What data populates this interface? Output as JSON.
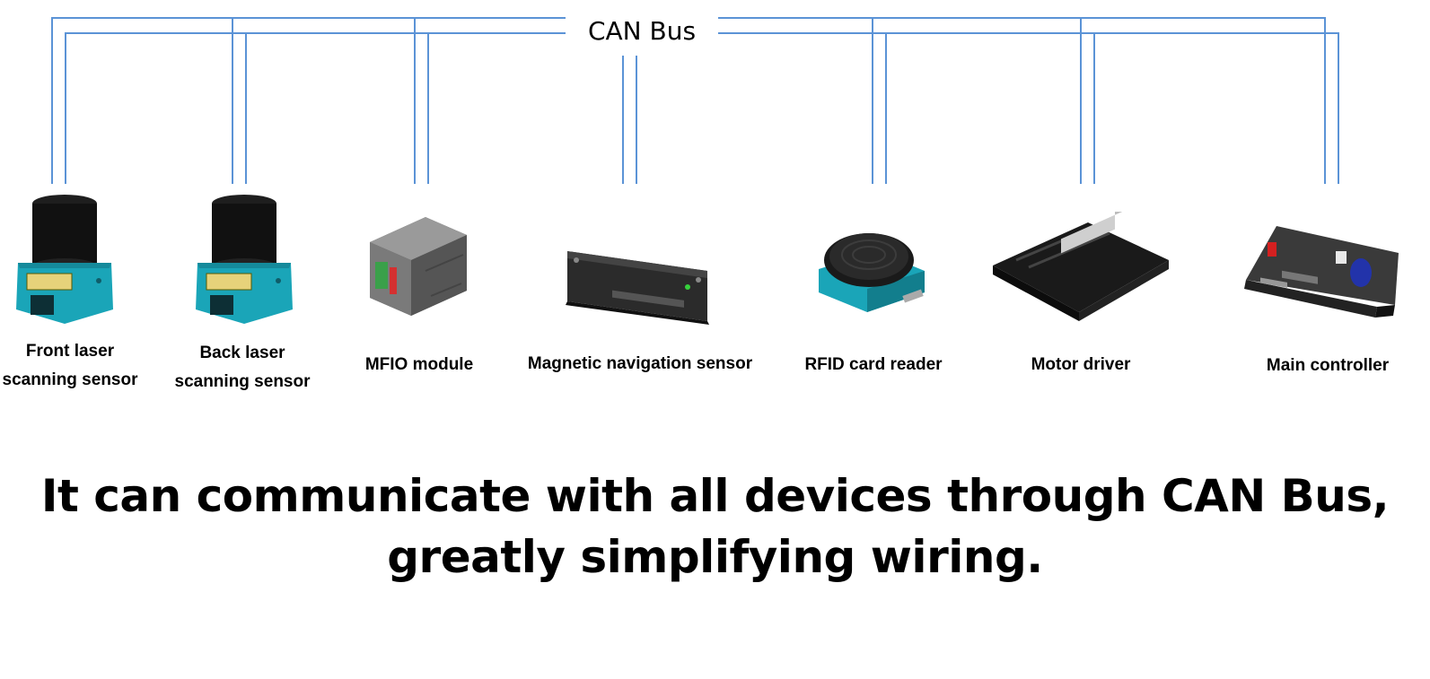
{
  "bus": {
    "title": "CAN Bus",
    "line_color": "#5b93d6"
  },
  "devices": [
    {
      "label_line1": "Front laser",
      "label_line2": "scanning sensor",
      "icon": "laser-scanner-icon",
      "accent": "#1aa5b8"
    },
    {
      "label_line1": "Back laser",
      "label_line2": "scanning sensor",
      "icon": "laser-scanner-icon",
      "accent": "#1aa5b8"
    },
    {
      "label_line1": "MFIO module",
      "icon": "io-module-icon",
      "accent": "#3aa04a"
    },
    {
      "label_line1": "Magnetic navigation sensor",
      "icon": "magnetic-sensor-icon",
      "accent": "#2b2b2b"
    },
    {
      "label_line1": "RFID card reader",
      "icon": "rfid-reader-icon",
      "accent": "#1aa5b8"
    },
    {
      "label_line1": "Motor driver",
      "icon": "motor-driver-icon",
      "accent": "#1a1a1a"
    },
    {
      "label_line1": "Main controller",
      "icon": "controller-board-icon",
      "accent": "#2233aa"
    }
  ],
  "caption": {
    "line1": "It can communicate with all devices through CAN Bus,",
    "line2": "greatly simplifying wiring."
  }
}
